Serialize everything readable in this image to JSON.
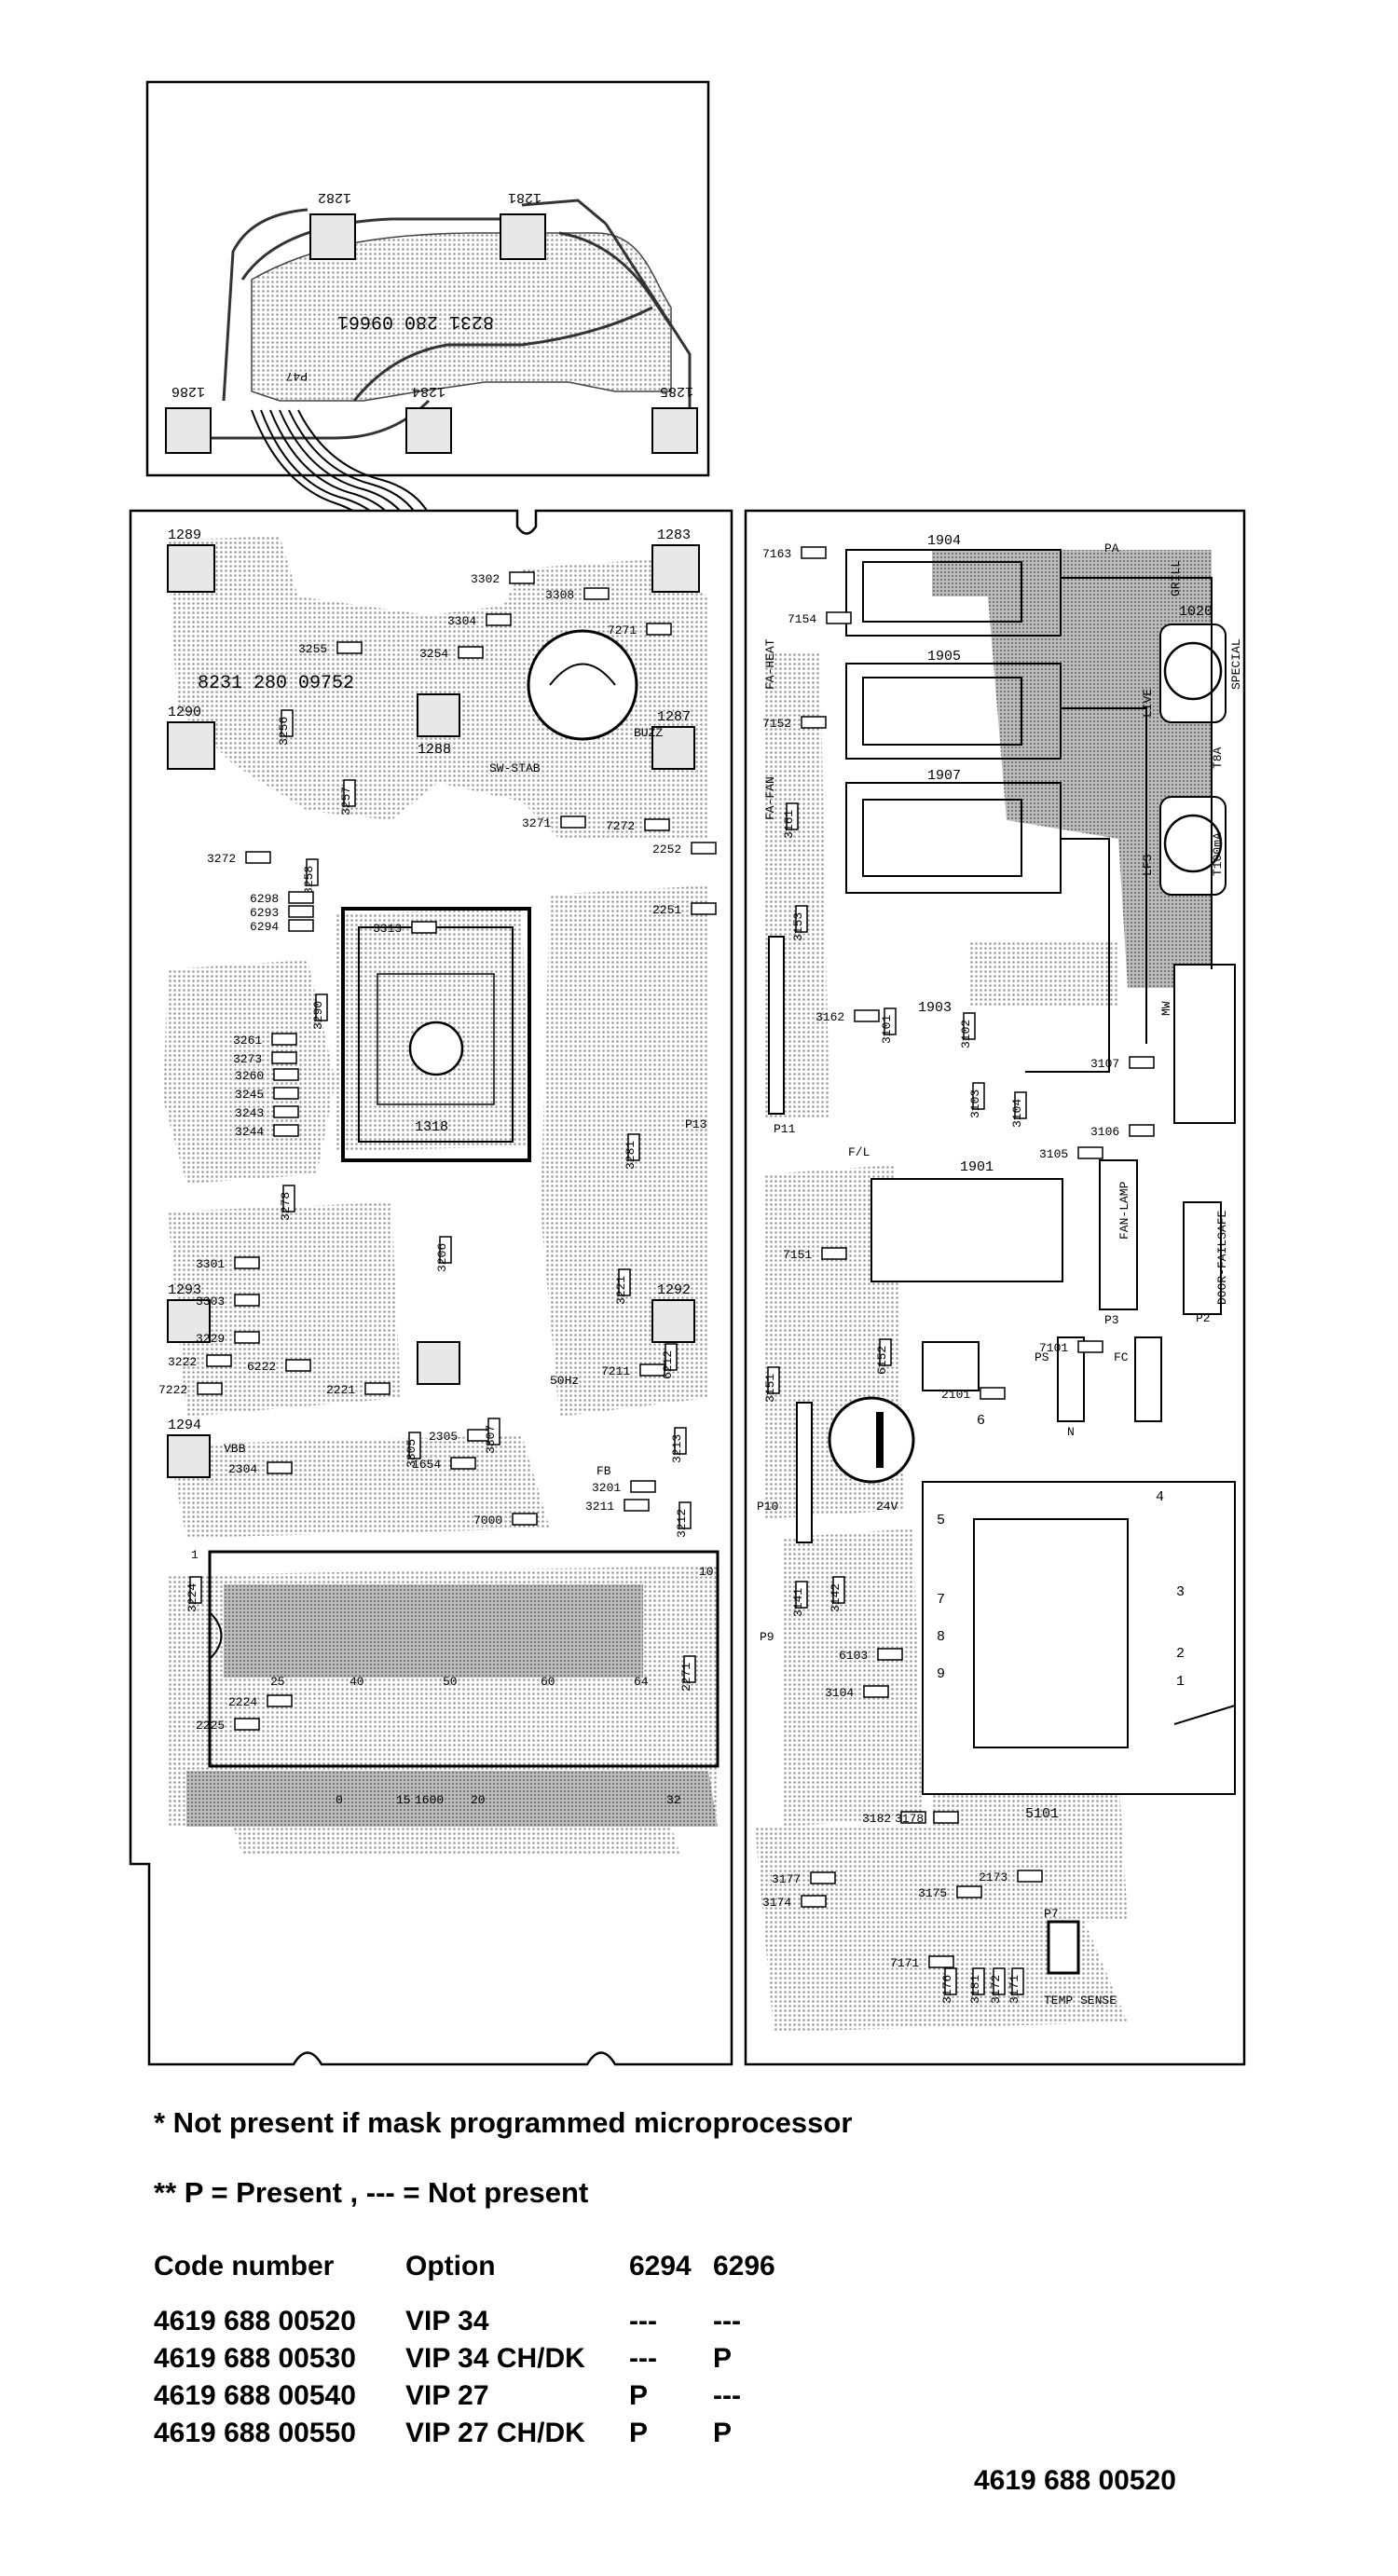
{
  "board": {
    "top_board_number": "8231 280 09661",
    "main_board_number": "8231 280 09752",
    "connector_label": "P47",
    "top_pads": [
      "1282",
      "1281",
      "1286",
      "1284",
      "1285"
    ],
    "main_pads": [
      "1289",
      "1283",
      "1290",
      "1288",
      "1287",
      "1293",
      "1292",
      "1294",
      "1318"
    ],
    "left_components": [
      "3302",
      "3308",
      "3304",
      "3255",
      "3254",
      "3256",
      "3257",
      "3258",
      "3272",
      "3290",
      "6298",
      "6293",
      "6294",
      "3261",
      "3273",
      "3260",
      "3245",
      "3243",
      "3244",
      "3278",
      "3301",
      "3303",
      "3229",
      "3222",
      "6222",
      "7222",
      "3224",
      "2224",
      "2225",
      "2305",
      "2304",
      "3313",
      "7271",
      "7272",
      "2251",
      "2252",
      "2221",
      "3271",
      "3281",
      "3221",
      "7000",
      "1654",
      "3305",
      "3307",
      "3211",
      "3201",
      "7211",
      "6212",
      "3213",
      "2271",
      "3212",
      "3206"
    ],
    "left_labels": [
      "BUZZ",
      "SW-STAB",
      "VBB",
      "50Hz",
      "FB",
      "P13"
    ],
    "left_pins": [
      "1",
      "10",
      "25",
      "40",
      "50",
      "60",
      "64",
      "0",
      "15",
      "20",
      "32",
      "1600"
    ],
    "right_components": [
      "7163",
      "7154",
      "7152",
      "3161",
      "3153",
      "3162",
      "3101",
      "3102",
      "3103",
      "3104",
      "3105",
      "3106",
      "3107",
      "7151",
      "7101",
      "6152",
      "3151",
      "2101",
      "3141",
      "3142",
      "6103",
      "3104",
      "3182",
      "3178",
      "3177",
      "3175",
      "3174",
      "7171",
      "2173",
      "3176",
      "3171",
      "3172",
      "3181"
    ],
    "right_labels": [
      "FA-FAN",
      "FA-HEAT",
      "LFS",
      "MW",
      "F/L",
      "TEMP SENSE",
      "24V",
      "LIVE",
      "GRILL",
      "SPECIAL",
      "T8A",
      "T100mA",
      "FAN-LAMP",
      "DOOR-FAILSAFE",
      "PS",
      "FC",
      "N",
      "P11",
      "P10",
      "P9",
      "P7",
      "P3",
      "P2",
      "PA"
    ],
    "relays": [
      "1904",
      "1905",
      "1907",
      "1903",
      "1901"
    ],
    "fuse": "1020",
    "transformer": "5101",
    "transformer_pins": [
      "1",
      "2",
      "3",
      "4",
      "5",
      "6",
      "7",
      "8",
      "9"
    ]
  },
  "notes": {
    "note1": "* Not present if mask programmed microprocessor",
    "note2": "** P = Present , --- = Not present"
  },
  "table": {
    "headers": [
      "Code number",
      "Option",
      "6294",
      "6296"
    ],
    "rows": [
      [
        "4619 688 00520",
        "VIP 34",
        "---",
        "---"
      ],
      [
        "4619 688 00530",
        "VIP 34 CH/DK",
        "---",
        "P"
      ],
      [
        "4619 688 00540",
        "VIP 27",
        "P",
        "---"
      ],
      [
        "4619 688 00550",
        "VIP 27 CH/DK",
        "P",
        "P"
      ]
    ]
  },
  "document_number": "4619 688 00520"
}
